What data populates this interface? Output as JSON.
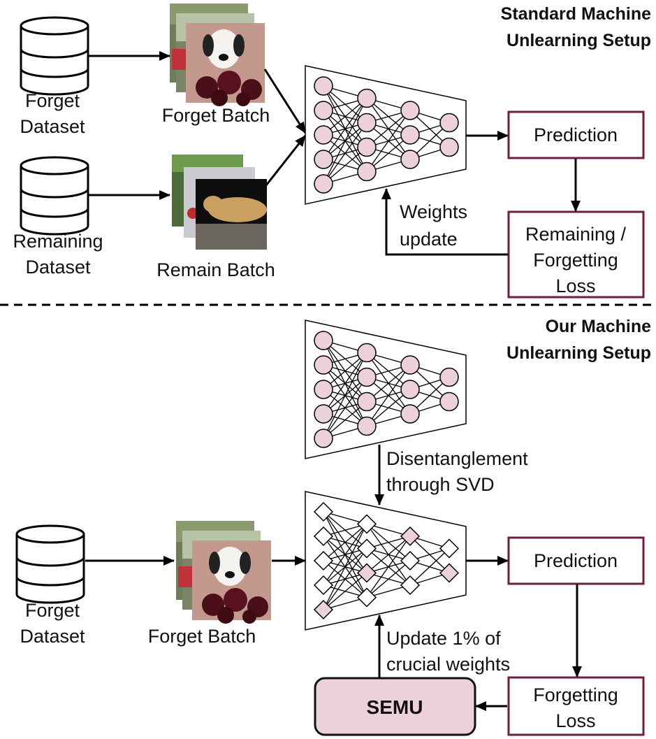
{
  "top_section": {
    "title_line1": "Standard Machine",
    "title_line2": "Unlearning Setup",
    "forget_dataset": {
      "line1": "Forget",
      "line2": "Dataset"
    },
    "remaining_dataset": {
      "line1": "Remaining",
      "line2": "Dataset"
    },
    "forget_batch_label": "Forget Batch",
    "remain_batch_label": "Remain Batch",
    "prediction_label": "Prediction",
    "loss_label": {
      "line1": "Remaining /",
      "line2": "Forgetting",
      "line3": "Loss"
    },
    "weights_update": {
      "line1": "Weights",
      "line2": "update"
    }
  },
  "bottom_section": {
    "title_line1": "Our Machine",
    "title_line2": "Unlearning Setup",
    "forget_dataset": {
      "line1": "Forget",
      "line2": "Dataset"
    },
    "forget_batch_label": "Forget Batch",
    "svd_label": {
      "line1": "Disentanglement",
      "line2": "through SVD"
    },
    "prediction_label": "Prediction",
    "loss_label": {
      "line1": "Forgetting",
      "line2": "Loss"
    },
    "update_label": {
      "line1": "Update 1% of",
      "line2": "crucial weights"
    },
    "semu_label": "SEMU"
  },
  "network": {
    "layers": [
      5,
      4,
      3,
      2
    ],
    "highlighted_nodes_bottom": [
      [
        0,
        4
      ],
      [
        1,
        2
      ],
      [
        2,
        0
      ],
      [
        3,
        1
      ]
    ]
  },
  "colors": {
    "node_fill": "#ecd1dc",
    "box_border": "#6e1d45",
    "semu_fill": "#ecd1dc"
  },
  "images": {
    "forget_batch": [
      "cars",
      "trees",
      "dalmatian-with-cherries"
    ],
    "remain_batch": [
      "leaves",
      "red-insect",
      "leopard"
    ]
  }
}
